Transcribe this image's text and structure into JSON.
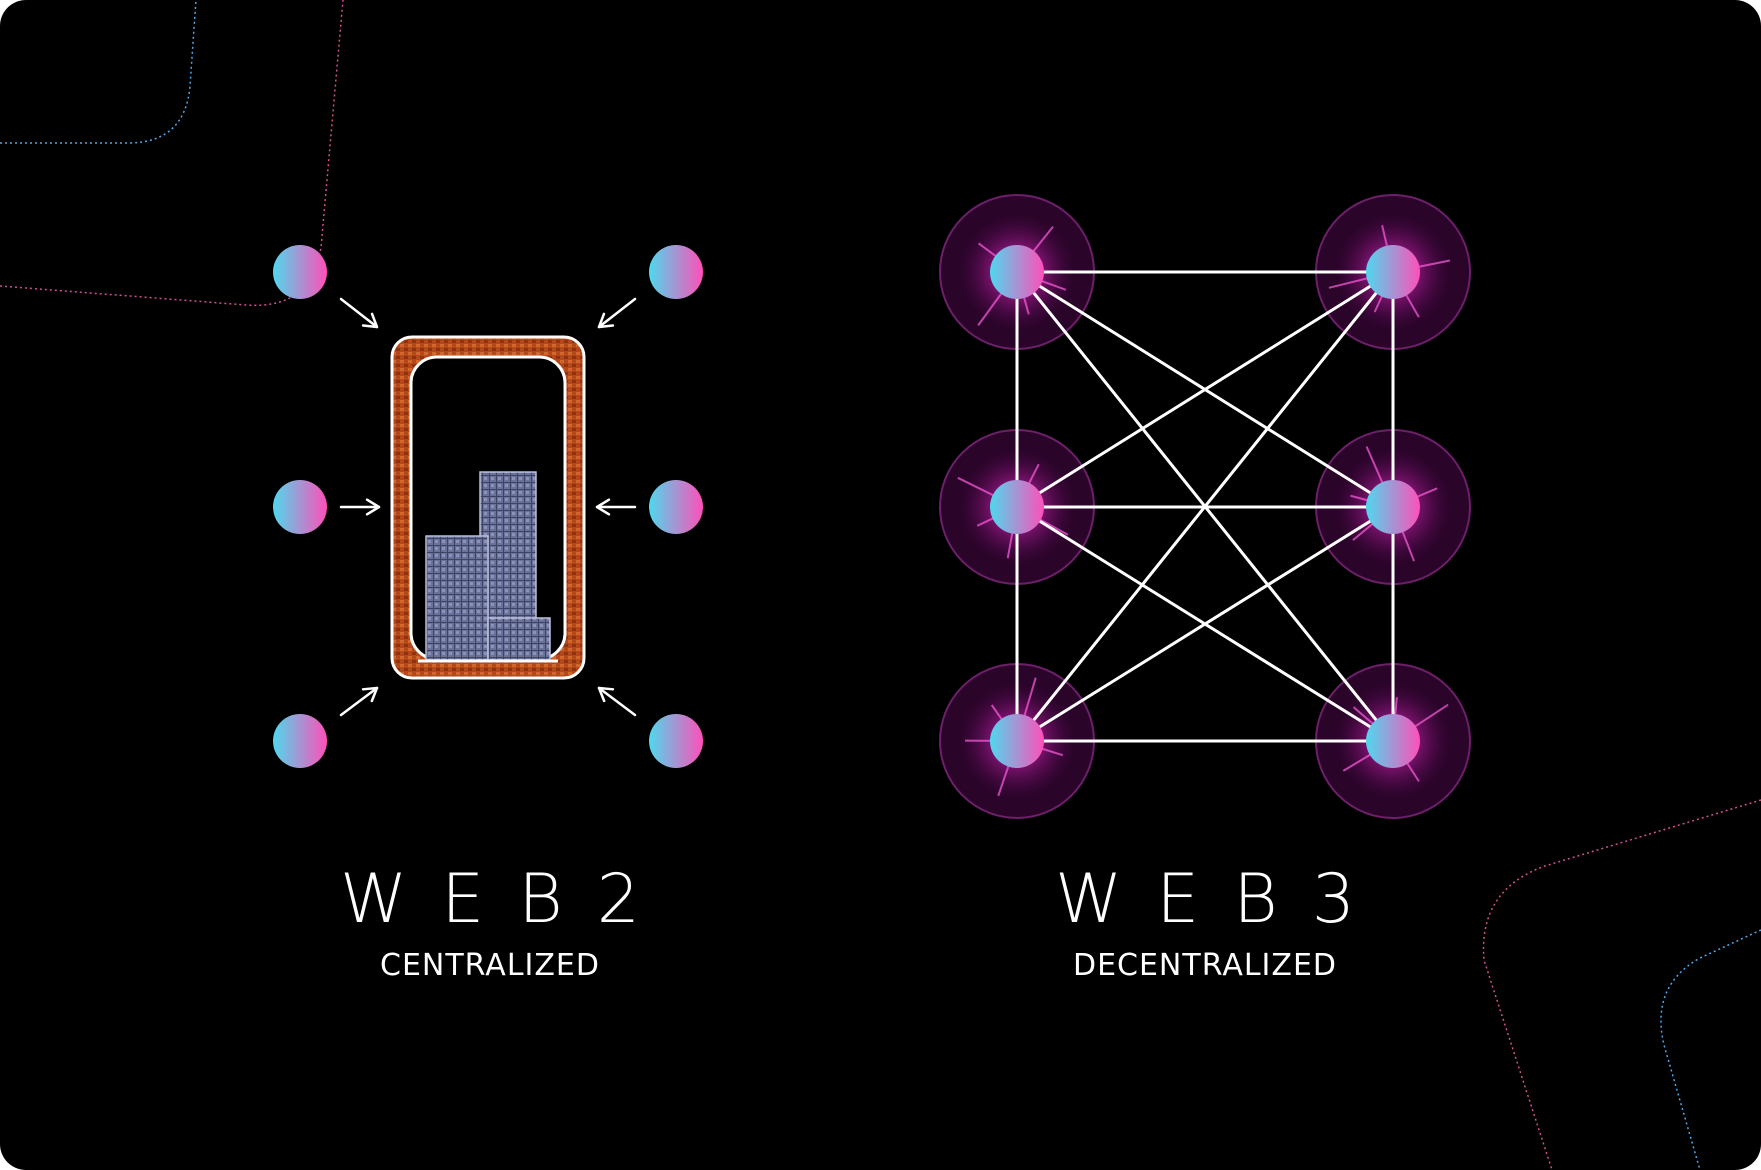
{
  "colors": {
    "background": "#000000",
    "node_gradient_start": "#4fd8ee",
    "node_gradient_end": "#ff4fb8",
    "glow": "#e23cc8",
    "line": "#ffffff",
    "server_frame": "#c2531e",
    "dotted_line_pink": "#d0508f",
    "dotted_line_blue": "#4fa6e8"
  },
  "web2": {
    "title": "WEB2",
    "subtitle": "CENTRALIZED",
    "node_count": 6,
    "server_icon": "building-in-rounded-frame-icon",
    "arrow_icon": "arrow-pointing-to-server-icon"
  },
  "web3": {
    "title": "WEB3",
    "subtitle": "DECENTRALIZED",
    "node_count": 6,
    "node_icon": "glowing-node-icon"
  }
}
